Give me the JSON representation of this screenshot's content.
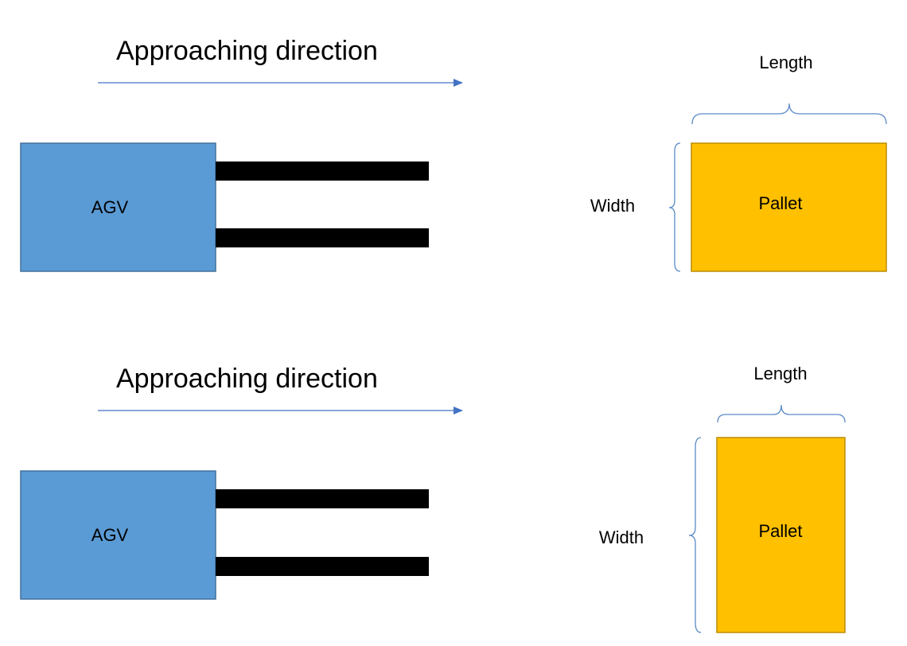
{
  "colors": {
    "agv_fill": "#5b9bd5",
    "agv_stroke": "#41719c",
    "fork_fill": "#000000",
    "pallet_fill": "#ffc000",
    "pallet_stroke": "#bc8c00",
    "arrow": "#4472c4",
    "brace": "#5b8ac6"
  },
  "scenarios": [
    {
      "direction_label": "Approaching direction",
      "agv_label": "AGV",
      "pallet_label": "Pallet",
      "length_label": "Length",
      "width_label": "Width",
      "pallet_orientation": "landscape"
    },
    {
      "direction_label": "Approaching direction",
      "agv_label": "AGV",
      "pallet_label": "Pallet",
      "length_label": "Length",
      "width_label": "Width",
      "pallet_orientation": "portrait"
    }
  ]
}
